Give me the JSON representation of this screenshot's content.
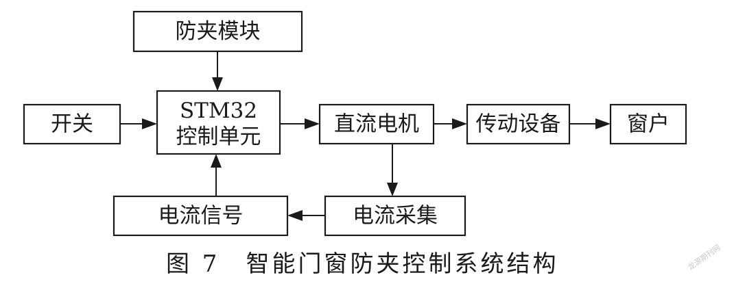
{
  "diagram": {
    "nodes": {
      "anti_pinch": "防夹模块",
      "switch": "开关",
      "stm32_line1": "STM32",
      "stm32_line2": "控制单元",
      "dc_motor": "直流电机",
      "transmission": "传动设备",
      "window": "窗户",
      "current_signal": "电流信号",
      "current_sampling": "电流采集"
    },
    "edges": [
      {
        "from": "anti_pinch",
        "to": "stm32"
      },
      {
        "from": "switch",
        "to": "stm32"
      },
      {
        "from": "stm32",
        "to": "dc_motor"
      },
      {
        "from": "dc_motor",
        "to": "transmission"
      },
      {
        "from": "transmission",
        "to": "window"
      },
      {
        "from": "dc_motor",
        "to": "current_sampling"
      },
      {
        "from": "current_sampling",
        "to": "current_signal"
      },
      {
        "from": "current_signal",
        "to": "stm32"
      }
    ]
  },
  "caption": "图 7　智能门窗防夹控制系统结构",
  "watermark": "龙源期刊网"
}
